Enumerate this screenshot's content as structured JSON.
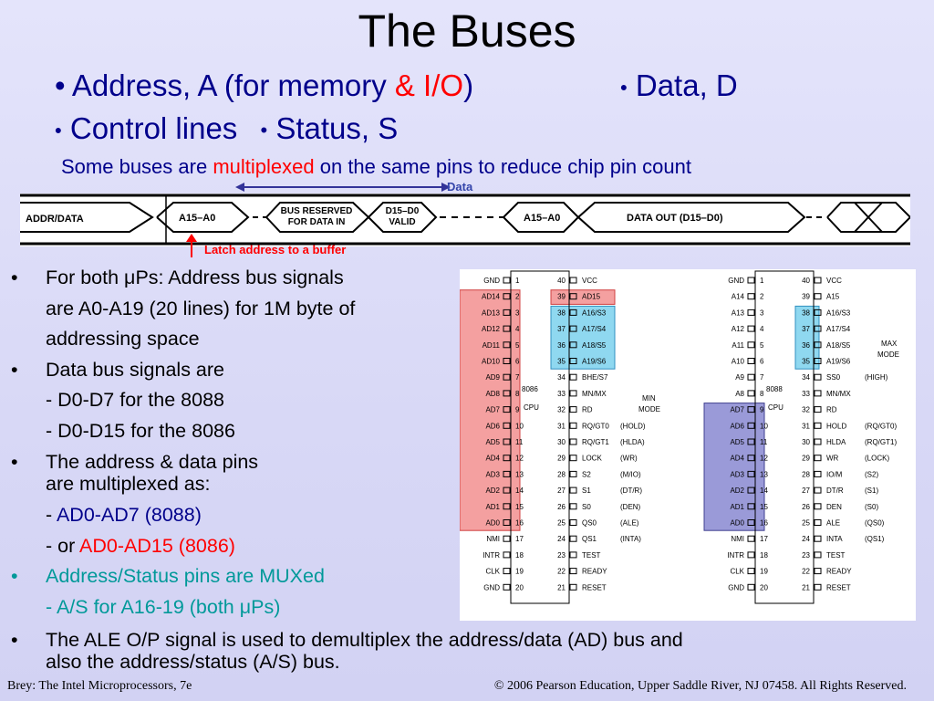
{
  "title": "The Buses",
  "header": {
    "line1_a": "Address, A (for memory",
    "line1_amp": "& I/O",
    "line1_close": ")",
    "line1_data": "Data, D",
    "line2_control": "Control lines",
    "line2_status": "Status, S",
    "bullet": "•"
  },
  "subtitle": {
    "pre": "Some buses are",
    "hl": "multiplexed",
    "post": "on the same pins to reduce chip pin count"
  },
  "timing": {
    "row_label": "ADDR/DATA",
    "addr1": "A15–A0",
    "reserved_l1": "BUS RESERVED",
    "reserved_l2": "FOR DATA IN",
    "valid_l1": "D15–D0",
    "valid_l2": "VALID",
    "addr2": "A15–A0",
    "data_out": "DATA OUT (D15–D0)",
    "data_label": "Data",
    "latch_label": "Latch address to a buffer"
  },
  "bullets": {
    "b1_l1_pre": "For both ",
    "mu": "μ",
    "b1_l1_post": "Ps: Address bus signals",
    "b1_l2": "are A0-A19 (20 lines) for 1M byte of",
    "b1_l3": "addressing space",
    "b2_l1": "Data bus signals are",
    "b2_s1": "- D0-D7 for the 8088",
    "b2_s2": "- D0-D15 for the 8086",
    "b3_l1": "The address & data pins",
    "b3_l2": "are multiplexed as:",
    "b3_s1_pre": "- ",
    "b3_s1": "AD0-AD7 (8088)",
    "b3_s2_pre": "- or ",
    "b3_s2": "AD0-AD15 (8086)",
    "b4_l1": "Address/Status pins are MUXed",
    "b4_s1_pre": "- A/S for A16-19 (both ",
    "b4_s1_post": "Ps)",
    "b5_l1": "The ALE O/P signal is used to demultiplex the address/data (AD) bus and",
    "b5_l2": "also the address/status (A/S) bus.",
    "dot": "•"
  },
  "pinouts": {
    "chip1_name": "8086",
    "chip2_name": "8088",
    "cpu": "CPU",
    "left_nums": [
      "1",
      "2",
      "3",
      "4",
      "5",
      "6",
      "7",
      "8",
      "9",
      "10",
      "11",
      "12",
      "13",
      "14",
      "15",
      "16",
      "17",
      "18",
      "19",
      "20"
    ],
    "right_nums": [
      "40",
      "39",
      "38",
      "37",
      "36",
      "35",
      "34",
      "33",
      "32",
      "31",
      "30",
      "29",
      "28",
      "27",
      "26",
      "25",
      "24",
      "23",
      "22",
      "21"
    ],
    "chip1_left": [
      "GND",
      "AD14",
      "AD13",
      "AD12",
      "AD11",
      "AD10",
      "AD9",
      "AD8",
      "AD7",
      "AD6",
      "AD5",
      "AD4",
      "AD3",
      "AD2",
      "AD1",
      "AD0",
      "NMI",
      "INTR",
      "CLK",
      "GND"
    ],
    "chip1_right": [
      "VCC",
      "AD15",
      "A16/S3",
      "A17/S4",
      "A18/S5",
      "A19/S6",
      "BHE/S7",
      "MN/MX",
      "RD",
      "RQ/GT0",
      "RQ/GT1",
      "LOCK",
      "S2",
      "S1",
      "S0",
      "QS0",
      "QS1",
      "TEST",
      "READY",
      "RESET"
    ],
    "chip1_max": [
      "",
      "",
      "",
      "",
      "",
      "",
      "",
      "",
      "",
      "(HOLD)",
      "(HLDA)",
      "(WR)",
      "(M/IO)",
      "(DT/R)",
      "(DEN)",
      "(ALE)",
      "(INTA)",
      "",
      "",
      ""
    ],
    "chip1_mode_l1": "MIN",
    "chip1_mode_l2": "MODE",
    "chip2_left": [
      "GND",
      "A14",
      "A13",
      "A12",
      "A11",
      "A10",
      "A9",
      "A8",
      "AD7",
      "AD6",
      "AD5",
      "AD4",
      "AD3",
      "AD2",
      "AD1",
      "AD0",
      "NMI",
      "INTR",
      "CLK",
      "GND"
    ],
    "chip2_right": [
      "VCC",
      "A15",
      "A16/S3",
      "A17/S4",
      "A18/S5",
      "A19/S6",
      "SS0",
      "MN/MX",
      "RD",
      "HOLD",
      "HLDA",
      "WR",
      "IO/M",
      "DT/R",
      "DEN",
      "ALE",
      "INTA",
      "TEST",
      "READY",
      "RESET"
    ],
    "chip2_max": [
      "",
      "",
      "",
      "",
      "",
      "",
      "(HIGH)",
      "",
      "",
      "(RQ/GT0)",
      "(RQ/GT1)",
      "(LOCK)",
      "(S2)",
      "(S1)",
      "(S0)",
      "(QS0)",
      "(QS1)",
      "",
      "",
      ""
    ],
    "chip2_mode_l1": "MAX",
    "chip2_mode_l2": "MODE",
    "colors": {
      "red_box": "#f4a0a0",
      "cyan_box": "#8fd8f0",
      "blue_box": "#9a9ad8"
    }
  },
  "footer": {
    "left": "Brey: The Intel Microprocessors, 7e",
    "right": "© 2006 Pearson Education, Upper Saddle River, NJ 07458. All Rights Reserved."
  }
}
